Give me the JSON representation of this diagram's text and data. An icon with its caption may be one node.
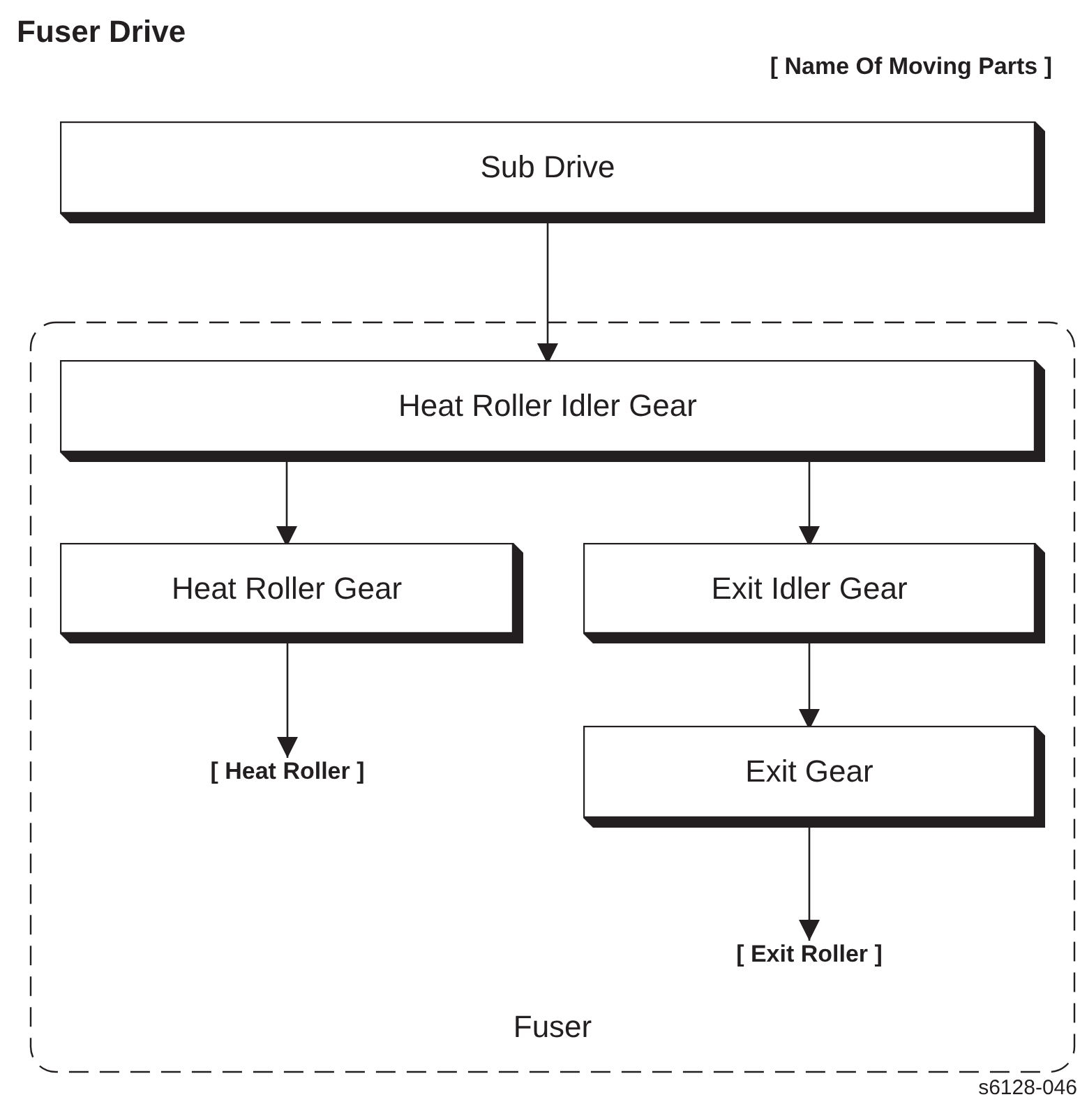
{
  "diagram": {
    "title": "Fuser Drive",
    "nodes": [
      {
        "text": [
          "Sub Drive"
        ]
      },
      {
        "text": [
          "Fuser"
        ]
      },
      {
        "text": [
          "Heat Roller Idler Gear"
        ],
        "in": 1
      },
      {
        "text": [
          "Heat Roller Gear"
        ],
        "in": 1
      },
      {
        "text": [
          "Exit Idler Gear"
        ],
        "in": 1
      },
      {
        "text": [
          "[ Heat Roller ]"
        ],
        "in": 1
      },
      {
        "text": [
          "Exit Gear"
        ],
        "in": 1
      },
      {
        "text": [
          "[ Exit Roller ]"
        ],
        "in": 1
      }
    ],
    "edges": [
      {
        "from": 0,
        "to": 2,
        "arrow": "to"
      },
      {
        "from": 2,
        "to": 3,
        "arrow": "to"
      },
      {
        "from": 2,
        "to": 4,
        "arrow": "to"
      },
      {
        "from": 3,
        "to": 5,
        "arrow": "to"
      },
      {
        "from": 4,
        "to": 6,
        "arrow": "to"
      },
      {
        "from": 6,
        "to": 7,
        "arrow": "to"
      }
    ],
    "labels": [
      "[ Name Of Moving Parts ]",
      "s6128-046"
    ]
  }
}
